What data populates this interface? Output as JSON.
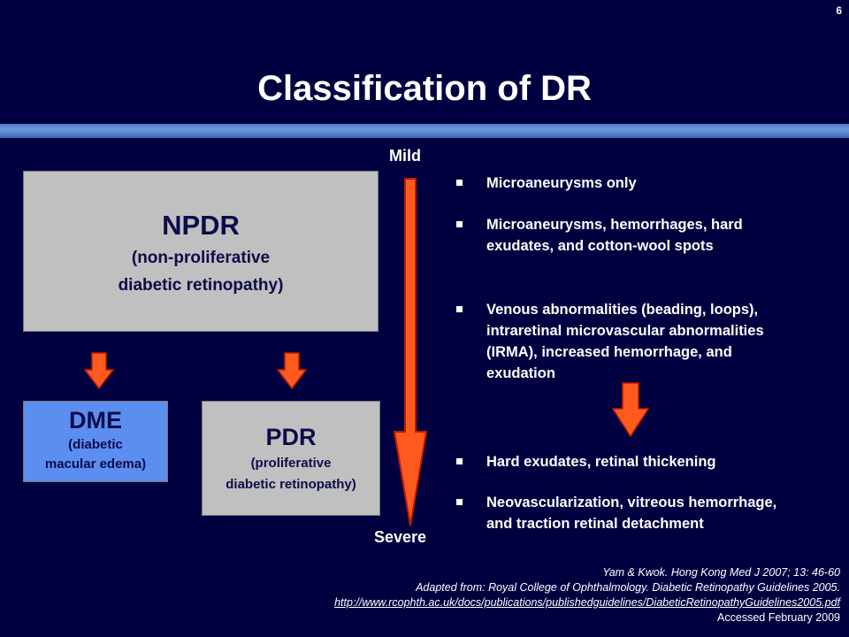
{
  "slide": {
    "number": "6",
    "title": "Classification of DR"
  },
  "boxes": {
    "npdr": {
      "heading": "NPDR",
      "line1": "(non-proliferative",
      "line2": "diabetic retinopathy)"
    },
    "dme": {
      "heading": "DME",
      "line1": "(diabetic",
      "line2": "macular edema)"
    },
    "pdr": {
      "heading": "PDR",
      "line1": "(proliferative",
      "line2": "diabetic retinopathy)"
    }
  },
  "severity_scale": {
    "top_label": "Mild",
    "bottom_label": "Severe"
  },
  "bullets": [
    {
      "text": "Microaneurysms only"
    },
    {
      "text": "Microaneurysms, hemorrhages, hard exudates, and cotton-wool spots"
    },
    {
      "text": "Venous abnormalities (beading, loops), intraretinal microvascular abnormalities (IRMA), increased hemorrhage, and exudation"
    },
    {
      "text": "Hard exudates, retinal thickening"
    },
    {
      "text": "Neovascularization, vitreous hemorrhage, and traction retinal detachment"
    }
  ],
  "citation": {
    "line1": "Yam & Kwok. Hong Kong Med J 2007; 13: 46-60",
    "line2": "Adapted from: Royal College of Ophthalmology. Diabetic Retinopathy Guidelines 2005.",
    "url": "http://www.rcophth.ac.uk/docs/publications/publishedguidelines/DiabeticRetinopathyGuidelines2005.pdf",
    "accessed": "Accessed February 2009"
  },
  "colors": {
    "background": "#000040",
    "title_bar": "#5b84cf",
    "box_gray": "#c0c0c0",
    "dme_blue": "#5c8ef0",
    "arrow_fill": "#ff5a1e",
    "arrow_stroke": "#c21a00"
  }
}
